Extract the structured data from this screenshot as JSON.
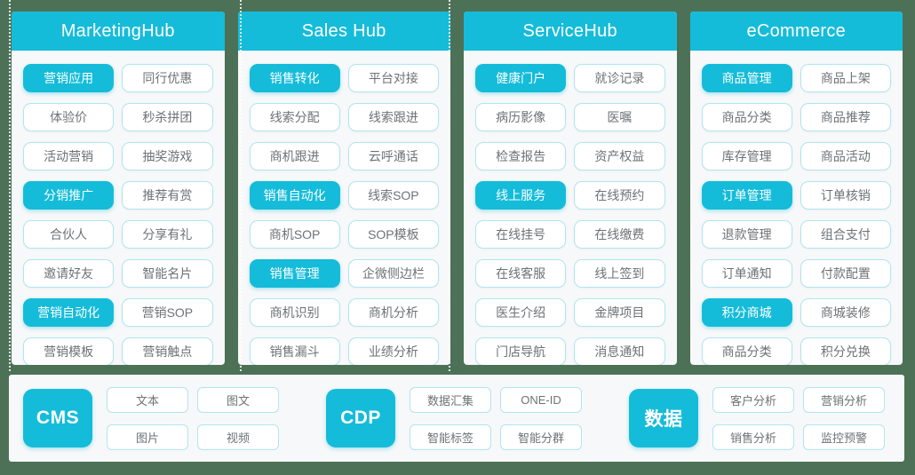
{
  "colors": {
    "accent": "#15bcd9",
    "background": "#4d7156",
    "card_background": "#f7f8f9",
    "pill_border": "#b0e5f0",
    "pill_text": "#6e7275",
    "filled_text": "#ffffff"
  },
  "columns": [
    {
      "title": "MarketingHub",
      "items": [
        {
          "label": "营销应用",
          "filled": true
        },
        {
          "label": "同行优惠",
          "filled": false
        },
        {
          "label": "体验价",
          "filled": false
        },
        {
          "label": "秒杀拼团",
          "filled": false
        },
        {
          "label": "活动营销",
          "filled": false
        },
        {
          "label": "抽奖游戏",
          "filled": false
        },
        {
          "label": "分销推广",
          "filled": true
        },
        {
          "label": "推荐有赏",
          "filled": false
        },
        {
          "label": "合伙人",
          "filled": false
        },
        {
          "label": "分享有礼",
          "filled": false
        },
        {
          "label": "邀请好友",
          "filled": false
        },
        {
          "label": "智能名片",
          "filled": false
        },
        {
          "label": "营销自动化",
          "filled": true
        },
        {
          "label": "营销SOP",
          "filled": false
        },
        {
          "label": "营销模板",
          "filled": false
        },
        {
          "label": "营销触点",
          "filled": false
        }
      ]
    },
    {
      "title": "Sales Hub",
      "items": [
        {
          "label": "销售转化",
          "filled": true
        },
        {
          "label": "平台对接",
          "filled": false
        },
        {
          "label": "线索分配",
          "filled": false
        },
        {
          "label": "线索跟进",
          "filled": false
        },
        {
          "label": "商机跟进",
          "filled": false
        },
        {
          "label": "云呼通话",
          "filled": false
        },
        {
          "label": "销售自动化",
          "filled": true
        },
        {
          "label": "线索SOP",
          "filled": false
        },
        {
          "label": "商机SOP",
          "filled": false
        },
        {
          "label": "SOP模板",
          "filled": false
        },
        {
          "label": "销售管理",
          "filled": true
        },
        {
          "label": "企微侧边栏",
          "filled": false
        },
        {
          "label": "商机识别",
          "filled": false
        },
        {
          "label": "商机分析",
          "filled": false
        },
        {
          "label": "销售漏斗",
          "filled": false
        },
        {
          "label": "业绩分析",
          "filled": false
        }
      ]
    },
    {
      "title": "ServiceHub",
      "items": [
        {
          "label": "健康门户",
          "filled": true
        },
        {
          "label": "就诊记录",
          "filled": false
        },
        {
          "label": "病历影像",
          "filled": false
        },
        {
          "label": "医嘱",
          "filled": false
        },
        {
          "label": "检查报告",
          "filled": false
        },
        {
          "label": "资产权益",
          "filled": false
        },
        {
          "label": "线上服务",
          "filled": true
        },
        {
          "label": "在线预约",
          "filled": false
        },
        {
          "label": "在线挂号",
          "filled": false
        },
        {
          "label": "在线缴费",
          "filled": false
        },
        {
          "label": "在线客服",
          "filled": false
        },
        {
          "label": "线上签到",
          "filled": false
        },
        {
          "label": "医生介绍",
          "filled": false
        },
        {
          "label": "金牌项目",
          "filled": false
        },
        {
          "label": "门店导航",
          "filled": false
        },
        {
          "label": "消息通知",
          "filled": false
        }
      ]
    },
    {
      "title": "eCommerce",
      "items": [
        {
          "label": "商品管理",
          "filled": true
        },
        {
          "label": "商品上架",
          "filled": false
        },
        {
          "label": "商品分类",
          "filled": false
        },
        {
          "label": "商品推荐",
          "filled": false
        },
        {
          "label": "库存管理",
          "filled": false
        },
        {
          "label": "商品活动",
          "filled": false
        },
        {
          "label": "订单管理",
          "filled": true
        },
        {
          "label": "订单核销",
          "filled": false
        },
        {
          "label": "退款管理",
          "filled": false
        },
        {
          "label": "组合支付",
          "filled": false
        },
        {
          "label": "订单通知",
          "filled": false
        },
        {
          "label": "付款配置",
          "filled": false
        },
        {
          "label": "积分商城",
          "filled": true
        },
        {
          "label": "商城装修",
          "filled": false
        },
        {
          "label": "商品分类",
          "filled": false
        },
        {
          "label": "积分兑换",
          "filled": false
        }
      ]
    }
  ],
  "bottom_groups": [
    {
      "badge": "CMS",
      "items": [
        "文本",
        "图文",
        "图片",
        "视频"
      ]
    },
    {
      "badge": "CDP",
      "items": [
        "数据汇集",
        "ONE-ID",
        "智能标签",
        "智能分群"
      ]
    },
    {
      "badge": "数据",
      "items": [
        "客户分析",
        "营销分析",
        "销售分析",
        "监控预警"
      ]
    }
  ]
}
